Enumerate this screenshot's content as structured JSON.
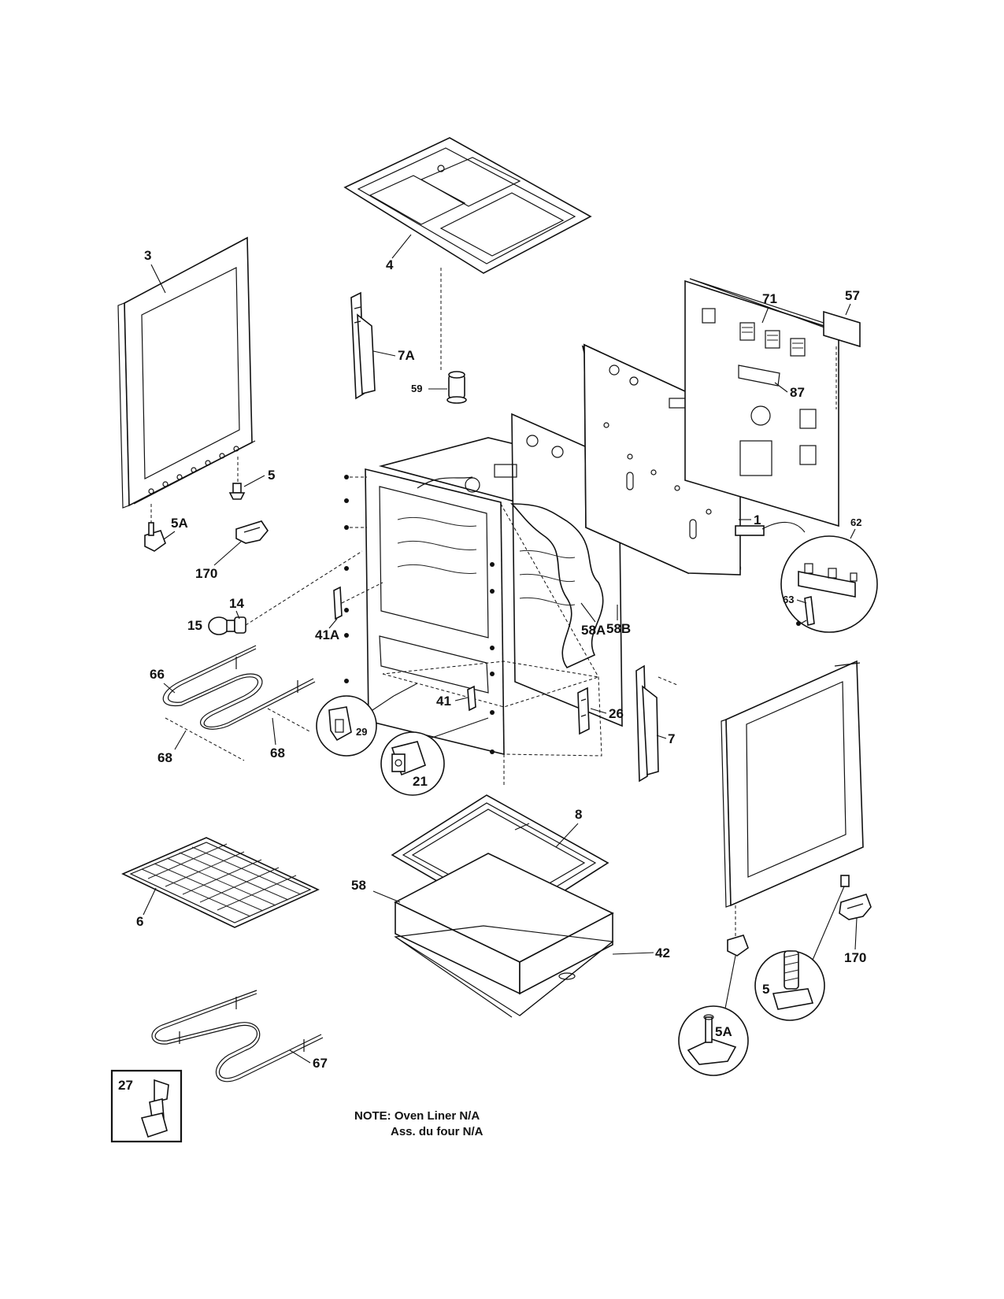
{
  "labels": {
    "p3": "3",
    "p4": "4",
    "p7a": "7A",
    "p59": "59",
    "p71": "71",
    "p57": "57",
    "p87": "87",
    "p5_top": "5",
    "p5a_top": "5A",
    "p170_top": "170",
    "p15": "15",
    "p14": "14",
    "p1": "1",
    "p62": "62",
    "p63": "63",
    "p41a": "41A",
    "p58a": "58A",
    "p58b": "58B",
    "p66": "66",
    "p68_left": "68",
    "p68_right": "68",
    "p29": "29",
    "p41": "41",
    "p21": "21",
    "p26": "26",
    "p7": "7",
    "p8": "8",
    "p6": "6",
    "p58": "58",
    "p42": "42",
    "p5_bottom": "5",
    "p5a_bottom": "5A",
    "p170_bottom": "170",
    "p67": "67",
    "p27": "27"
  },
  "note": {
    "line1": "NOTE: Oven Liner N/A",
    "line2": "Ass. du four N/A"
  }
}
